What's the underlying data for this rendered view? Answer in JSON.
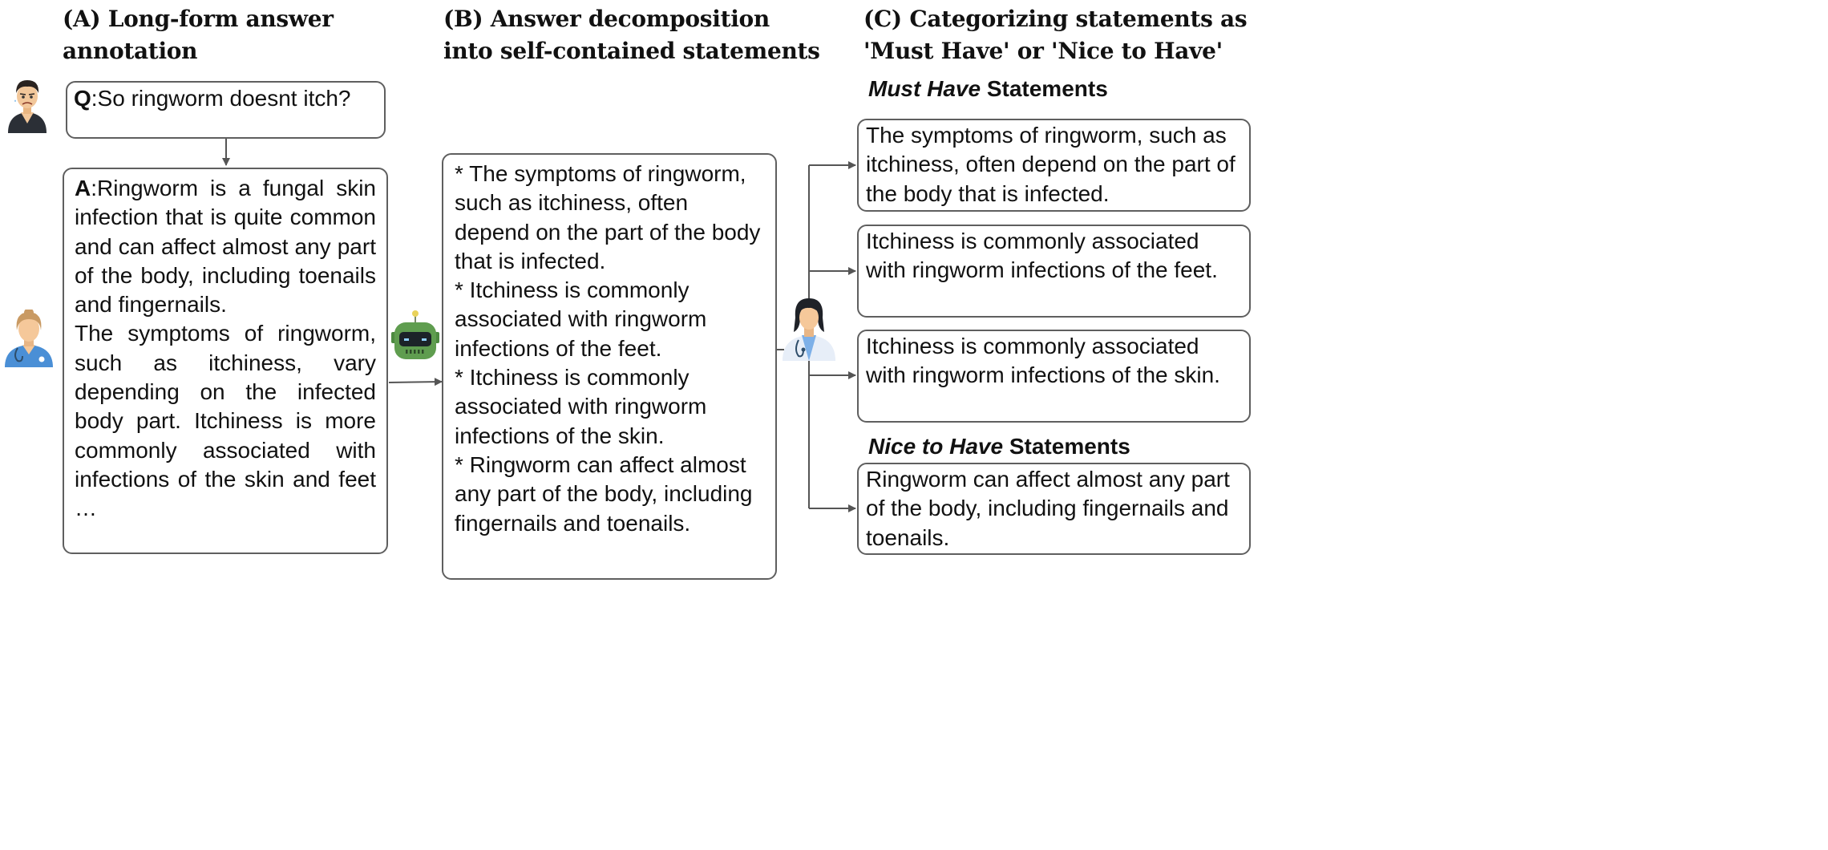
{
  "sections": {
    "a_title": "(A) Long-form answer\nannotation",
    "b_title": "(B) Answer decomposition\ninto self-contained statements",
    "c_title": "(C) Categorizing statements as\n'Must Have' or 'Nice to Have'"
  },
  "question": {
    "prefix": "Q",
    "text": ":So ringworm doesnt itch?"
  },
  "answer": {
    "prefix": "A",
    "text": ":Ringworm is a fungal skin infection that is quite common and can affect almost any part of the body, including toenails and fingernails.",
    "text2": "The symptoms of ringworm, such as itchiness, vary depending on the infected body part. Itchiness is more commonly associated with infections of the skin and feet …"
  },
  "decomposition": [
    "* The symptoms of ringworm, such as itchiness, often depend on the part of the body that is infected.",
    "* Itchiness is commonly associated with ringworm infections of the feet.",
    "* Itchiness is commonly associated with ringworm infections of the skin.",
    "* Ringworm can affect almost any part of the body, including fingernails and toenails."
  ],
  "must_have": {
    "heading_em": "Must Have",
    "heading_rest": " Statements",
    "items": [
      "The symptoms of ringworm, such as itchiness, often depend on the part of the body that is infected.",
      "Itchiness is commonly associated with ringworm infections of the feet.",
      "Itchiness is commonly associated with ringworm infections of the skin."
    ]
  },
  "nice_to_have": {
    "heading_em": "Nice to Have",
    "heading_rest": " Statements",
    "items": [
      "Ringworm can affect almost any part of the body, including fingernails and toenails."
    ]
  },
  "icons": [
    "patient-icon",
    "annotator-doctor-icon",
    "robot-icon",
    "expert-doctor-icon"
  ],
  "colors": {
    "border": "#5f5f5f",
    "arrow": "#555555",
    "robot": "#5f9d4f",
    "scrubs": "#4a8fd6",
    "skin": "#f5c89a"
  }
}
